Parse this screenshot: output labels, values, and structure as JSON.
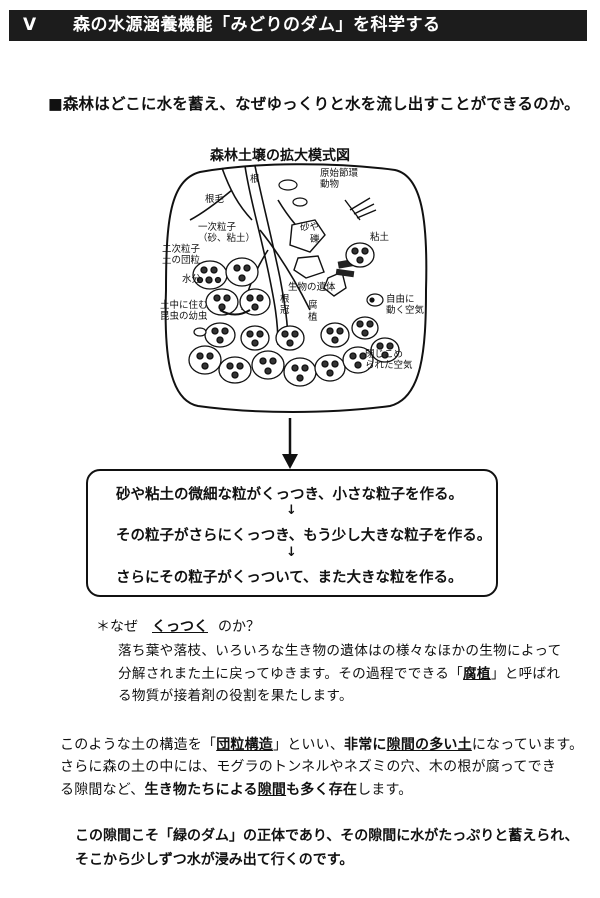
{
  "header": {
    "number": "V",
    "title": "森の水源涵養機能「みどりのダム」を科学する"
  },
  "question": "■森林はどこに水を蓄え、なぜゆっくりと水を流し出すことができるのか。",
  "figure": {
    "title": "森林土壌の拡大模式図",
    "labels": {
      "root": "根",
      "root_hair": "根毛",
      "primitive_arthropod": [
        "原始節環",
        "動物"
      ],
      "primary_particle": [
        "一次粒子",
        "（砂、粘土）"
      ],
      "secondary_particle": [
        "二次粒子",
        "土の団粒"
      ],
      "sand_gravel": [
        "砂や",
        "礫"
      ],
      "clay": "粘土",
      "water": "水分",
      "organism_remains": "生物の遺体",
      "root_cap": [
        "根",
        "冠"
      ],
      "humus": [
        "腐",
        "植"
      ],
      "insect_larvae": [
        "土中に住む",
        "昆虫の幼虫"
      ],
      "free_air": [
        "自由に",
        "動く空気"
      ],
      "trapped_air": [
        "閉じこめ",
        "られた空気"
      ]
    }
  },
  "process": {
    "steps": [
      "砂や粘土の微細な粒がくっつき、小さな粒子を作る。",
      "その粒子がさらにくっつき、もう少し大きな粒子を作る。",
      "さらにその粒子がくっついて、また大きな粒を作る。"
    ],
    "arrow": "↓"
  },
  "why": {
    "prefix": "＊なぜ",
    "keyword": "くっつく",
    "suffix": "のか？",
    "lines": [
      "落ち葉や落枝、いろいろな生き物の遺体はの様々なほかの生物によって",
      "分解されまた土に戻ってゆきます。その過程でできる「",
      "る物質が接着剤の役割を果たします。"
    ],
    "line2_keyword": "腐植",
    "line2_tail": "」と呼ばれ"
  },
  "body": {
    "line1_a": "このような土の構造を「",
    "line1_key1": "団粒構造",
    "line1_b": "」といい、",
    "line1_key2a": "非常に",
    "line1_key2b": "隙間の多い土",
    "line1_c": "になっています。",
    "line2": "さらに森の土の中には、モグラのトンネルやネズミの穴、木の根が腐ってでき",
    "line3_a": "る隙間など、",
    "line3_key_a": "生き物たちによる",
    "line3_key_b": "隙間",
    "line3_key_c": "も多く存在",
    "line3_b": "します。"
  },
  "conclusion": [
    "この隙間こそ「緑のダム」の正体であり、その隙間に水がたっぷりと蓄えられ、",
    "そこから少しずつ水が浸み出て行くのです。"
  ]
}
